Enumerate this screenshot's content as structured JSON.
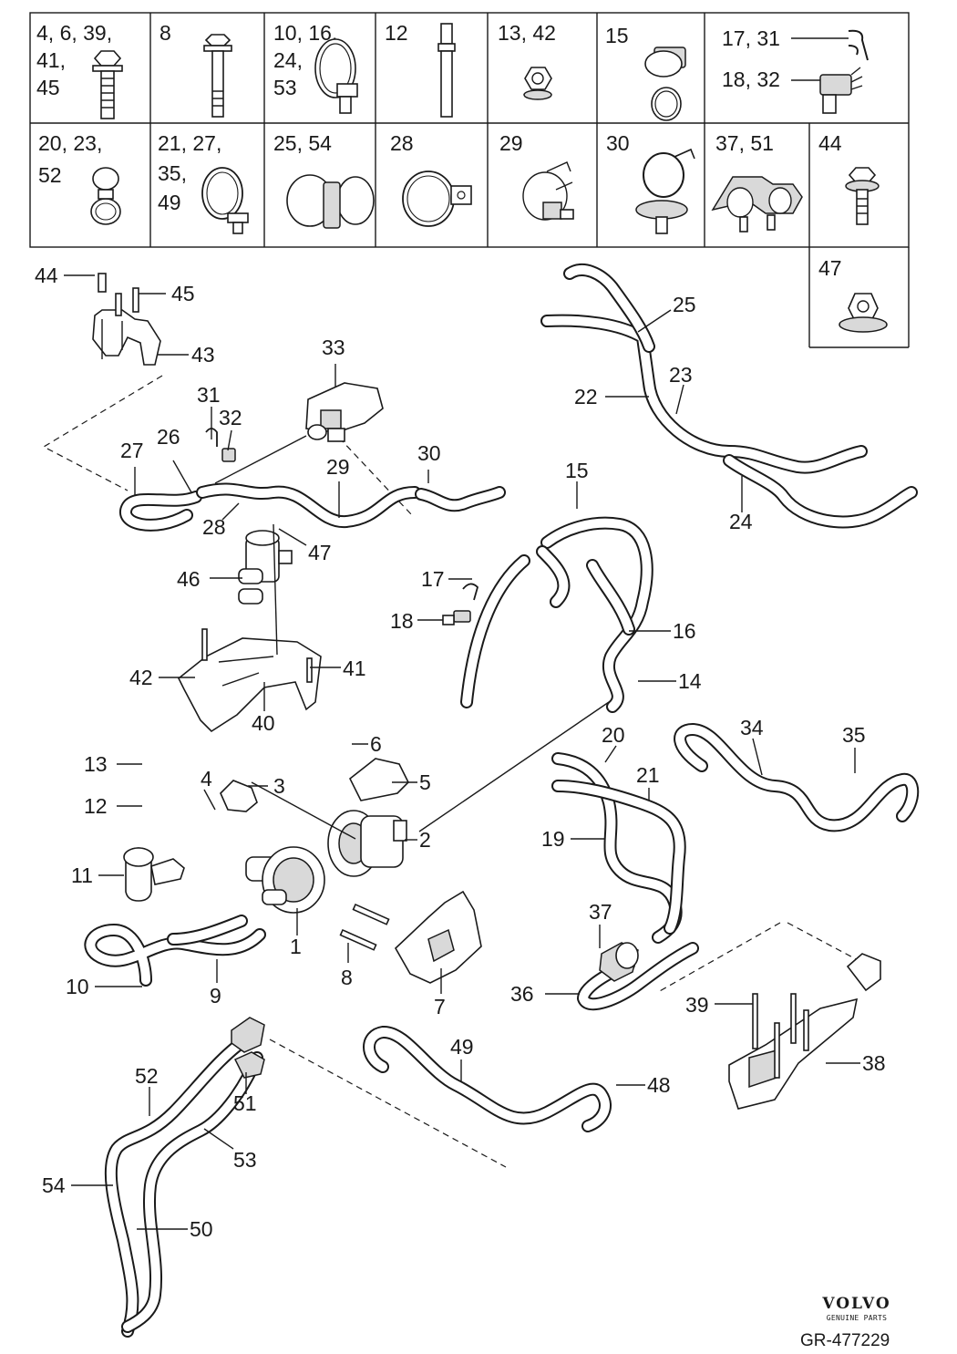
{
  "legend_cells": [
    {
      "id": "a",
      "label": [
        "4, 6, 39,",
        "41,",
        "45"
      ]
    },
    {
      "id": "b",
      "label": [
        "8"
      ]
    },
    {
      "id": "c",
      "label": [
        "10, 16,",
        "24,",
        "53"
      ]
    },
    {
      "id": "d",
      "label": [
        "12"
      ]
    },
    {
      "id": "e",
      "label": [
        "13, 42"
      ]
    },
    {
      "id": "f",
      "label": [
        "15"
      ]
    },
    {
      "id": "g",
      "label": [
        "17, 31",
        "18, 32"
      ]
    },
    {
      "id": "h",
      "label": [
        "20, 23,",
        "52"
      ]
    },
    {
      "id": "i",
      "label": [
        "21, 27,",
        "35,",
        "49"
      ]
    },
    {
      "id": "j",
      "label": [
        "25, 54"
      ]
    },
    {
      "id": "k",
      "label": [
        "28"
      ]
    },
    {
      "id": "l",
      "label": [
        "29"
      ]
    },
    {
      "id": "m",
      "label": [
        "30"
      ]
    },
    {
      "id": "n",
      "label": [
        "37,  51"
      ]
    },
    {
      "id": "o",
      "label": [
        "44"
      ]
    },
    {
      "id": "p",
      "label": [
        "47"
      ]
    }
  ],
  "callouts": [
    {
      "id": "c44",
      "text": "44"
    },
    {
      "id": "c45",
      "text": "45"
    },
    {
      "id": "c43",
      "text": "43"
    },
    {
      "id": "c33",
      "text": "33"
    },
    {
      "id": "c31",
      "text": "31"
    },
    {
      "id": "c32",
      "text": "32"
    },
    {
      "id": "c27",
      "text": "27"
    },
    {
      "id": "c26",
      "text": "26"
    },
    {
      "id": "c30",
      "text": "30"
    },
    {
      "id": "c29",
      "text": "29"
    },
    {
      "id": "c28",
      "text": "28"
    },
    {
      "id": "c47",
      "text": "47"
    },
    {
      "id": "c46",
      "text": "46"
    },
    {
      "id": "c42",
      "text": "42"
    },
    {
      "id": "c41",
      "text": "41"
    },
    {
      "id": "c40",
      "text": "40"
    },
    {
      "id": "c25",
      "text": "25"
    },
    {
      "id": "c23",
      "text": "23"
    },
    {
      "id": "c22",
      "text": "22"
    },
    {
      "id": "c24",
      "text": "24"
    },
    {
      "id": "c15",
      "text": "15"
    },
    {
      "id": "c17",
      "text": "17"
    },
    {
      "id": "c18",
      "text": "18"
    },
    {
      "id": "c16",
      "text": "16"
    },
    {
      "id": "c14",
      "text": "14"
    },
    {
      "id": "c6",
      "text": "6"
    },
    {
      "id": "c5",
      "text": "5"
    },
    {
      "id": "c2",
      "text": "2"
    },
    {
      "id": "c13",
      "text": "13"
    },
    {
      "id": "c12",
      "text": "12"
    },
    {
      "id": "c4",
      "text": "4"
    },
    {
      "id": "c3",
      "text": "3"
    },
    {
      "id": "c11",
      "text": "11"
    },
    {
      "id": "c1",
      "text": "1"
    },
    {
      "id": "c10",
      "text": "10"
    },
    {
      "id": "c9",
      "text": "9"
    },
    {
      "id": "c8",
      "text": "8"
    },
    {
      "id": "c7",
      "text": "7"
    },
    {
      "id": "c20",
      "text": "20"
    },
    {
      "id": "c21",
      "text": "21"
    },
    {
      "id": "c19",
      "text": "19"
    },
    {
      "id": "c34",
      "text": "34"
    },
    {
      "id": "c35",
      "text": "35"
    },
    {
      "id": "c37",
      "text": "37"
    },
    {
      "id": "c36",
      "text": "36"
    },
    {
      "id": "c39",
      "text": "39"
    },
    {
      "id": "c38",
      "text": "38"
    },
    {
      "id": "c49",
      "text": "49"
    },
    {
      "id": "c48",
      "text": "48"
    },
    {
      "id": "c52",
      "text": "52"
    },
    {
      "id": "c51",
      "text": "51"
    },
    {
      "id": "c53",
      "text": "53"
    },
    {
      "id": "c54",
      "text": "54"
    },
    {
      "id": "c50",
      "text": "50"
    }
  ],
  "brand": {
    "name": "VOLVO",
    "subtitle": "GENUINE PARTS"
  },
  "reference": "GR-477229"
}
